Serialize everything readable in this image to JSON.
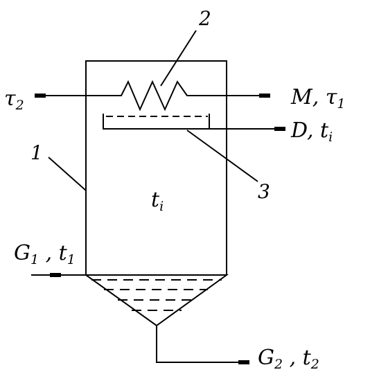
{
  "labels": {
    "part_2": "2",
    "part_1": "1",
    "part_3": "3",
    "tau_2_main": "τ",
    "tau_2_sub": "2",
    "M_tau": "M, τ",
    "M_tau_sub": "1",
    "D_t": "D, t",
    "D_t_sub": "i",
    "t_center": "t",
    "t_center_sub": "i",
    "G1_main": "G",
    "G1_sub": "1",
    "G1_t": " , t",
    "G1_t_sub": "1",
    "G2_main": "G",
    "G2_sub": "2",
    "G2_t": " , t",
    "G2_t_sub": "2"
  }
}
